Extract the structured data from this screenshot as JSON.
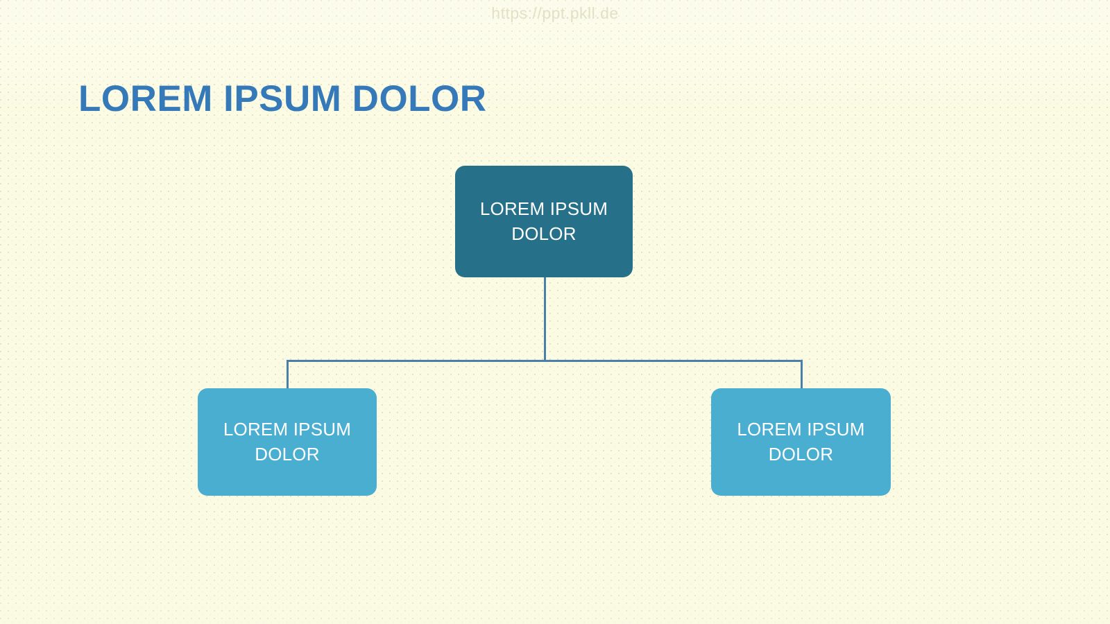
{
  "slide": {
    "watermark": "https://ppt.pkll.de",
    "title": "LOREM IPSUM DOLOR",
    "background_color": "#fbfbe4",
    "title_color": "#3579b8",
    "connector_color": "#4a7fa8"
  },
  "chart_data": {
    "type": "diagram",
    "subtype": "organization-tree",
    "title": "LOREM IPSUM DOLOR",
    "nodes": [
      {
        "id": "root",
        "label": "LOREM IPSUM\nDOLOR",
        "level": 0,
        "fill": "#27708a",
        "text_color": "#ffffff"
      },
      {
        "id": "child-left",
        "label": "LOREM IPSUM\nDOLOR",
        "level": 1,
        "fill": "#4aaed1",
        "text_color": "#ffffff"
      },
      {
        "id": "child-right",
        "label": "LOREM IPSUM\nDOLOR",
        "level": 1,
        "fill": "#4aaed1",
        "text_color": "#ffffff"
      }
    ],
    "edges": [
      {
        "from": "root",
        "to": "child-left"
      },
      {
        "from": "root",
        "to": "child-right"
      }
    ]
  }
}
